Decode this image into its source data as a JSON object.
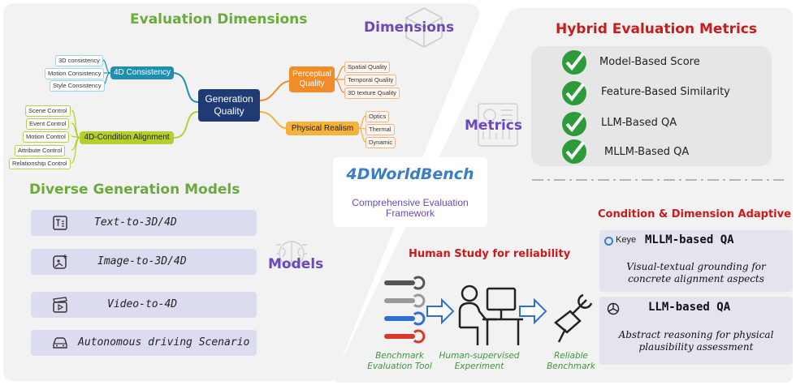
{
  "dimensions": {
    "heading": "Evaluation Dimensions",
    "side_label": "Dimensions",
    "center": "Generation Quality",
    "branch_4d": "4D Consistency",
    "leaves_4d": [
      "3D consistency",
      "Motion Consistency",
      "Style Consistency"
    ],
    "branch_cond": "4D-Condition Alignment",
    "leaves_cond": [
      "Scene Control",
      "Event  Control",
      "Motion Control",
      "Attribute  Control",
      "Relationship Control"
    ],
    "branch_perc": "Perceptual Quality",
    "leaves_perc": [
      "Spatial Quality",
      "Temporal Quality",
      "3D texture Quality"
    ],
    "branch_phys": "Physical Realism",
    "leaves_phys": [
      "Optics",
      "Thermal",
      "Dynamic"
    ]
  },
  "models": {
    "heading": "Diverse Generation Models",
    "side_label": "Models",
    "items": [
      {
        "label": "Text-to-3D/4D",
        "icon": "text-icon"
      },
      {
        "label": "Image-to-3D/4D",
        "icon": "image-icon"
      },
      {
        "label": "Video-to-4D",
        "icon": "video-icon"
      },
      {
        "label": "Autonomous driving Scenario",
        "icon": "car-icon"
      }
    ]
  },
  "center": {
    "title": "4DWorldBench",
    "subtitle": "Comprehensive Evaluation Framework"
  },
  "metrics": {
    "heading": "Hybrid Evaluation Metrics",
    "side_label": "Metrics",
    "items": [
      "Model-Based Score",
      "Feature-Based Similarity",
      "LLM-Based QA",
      "MLLM-Based QA"
    ]
  },
  "human": {
    "heading": "Human Study for reliability",
    "captions": [
      "Benchmark Evaluation Tool",
      "Human-supervised Experiment",
      "Reliable Benchmark"
    ]
  },
  "adaptive": {
    "heading": "Condition & Dimension Adaptive",
    "mllm_brand": "Keye",
    "mllm_title": "MLLM-based QA",
    "mllm_desc": "Visual-textual grounding for concrete alignment aspects",
    "llm_title": "LLM-based QA",
    "llm_desc": "Abstract reasoning for physical plausibility assessment"
  },
  "colors": {
    "green_heading": "#6aab3a",
    "red_heading": "#cc1a1a",
    "purple_label": "#6b49b8",
    "navy": "#1f3b73",
    "teal": "#1f8fb0",
    "lime": "#b5cf2e",
    "orange": "#f28c28",
    "amber": "#f6b23a"
  }
}
